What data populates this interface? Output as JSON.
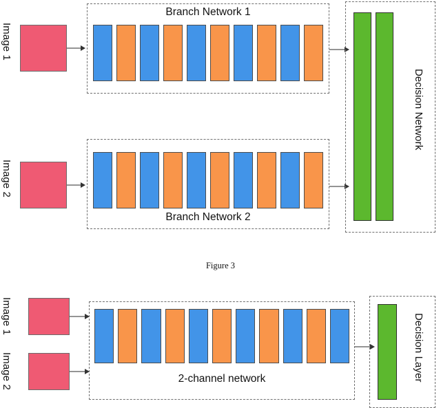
{
  "figure": {
    "caption": "Figure 3",
    "colors": {
      "blue": "#4294e8",
      "orange": "#f9954a",
      "green": "#5cb82e",
      "pink": "#ef5a73",
      "dashed_border": "#6e6e6e",
      "arrow": "#555555",
      "text": "#111111"
    }
  },
  "top_diagram": {
    "inputs": [
      {
        "label": "Image 1"
      },
      {
        "label": "Image 2"
      }
    ],
    "branches": [
      {
        "label": "Branch Network 1",
        "label_position": "top",
        "layers": [
          "blue",
          "orange",
          "blue",
          "orange",
          "blue",
          "orange",
          "blue",
          "orange",
          "blue",
          "orange"
        ],
        "layer_count": 10
      },
      {
        "label": "Branch Network 2",
        "label_position": "bottom",
        "layers": [
          "blue",
          "orange",
          "blue",
          "orange",
          "blue",
          "orange",
          "blue",
          "orange",
          "blue",
          "orange"
        ],
        "layer_count": 10
      }
    ],
    "decision": {
      "label": "Decision Network",
      "layers": [
        "green",
        "green"
      ],
      "layer_count": 2
    }
  },
  "bottom_diagram": {
    "inputs": [
      {
        "label": "Image 1"
      },
      {
        "label": "Image 2"
      }
    ],
    "network": {
      "label": "2-channel network",
      "label_position": "bottom",
      "layers": [
        "blue",
        "orange",
        "blue",
        "orange",
        "blue",
        "orange",
        "blue",
        "orange",
        "blue",
        "orange",
        "blue"
      ],
      "layer_count": 11
    },
    "decision": {
      "label": "Decision Layer",
      "layers": [
        "green"
      ],
      "layer_count": 1
    }
  }
}
